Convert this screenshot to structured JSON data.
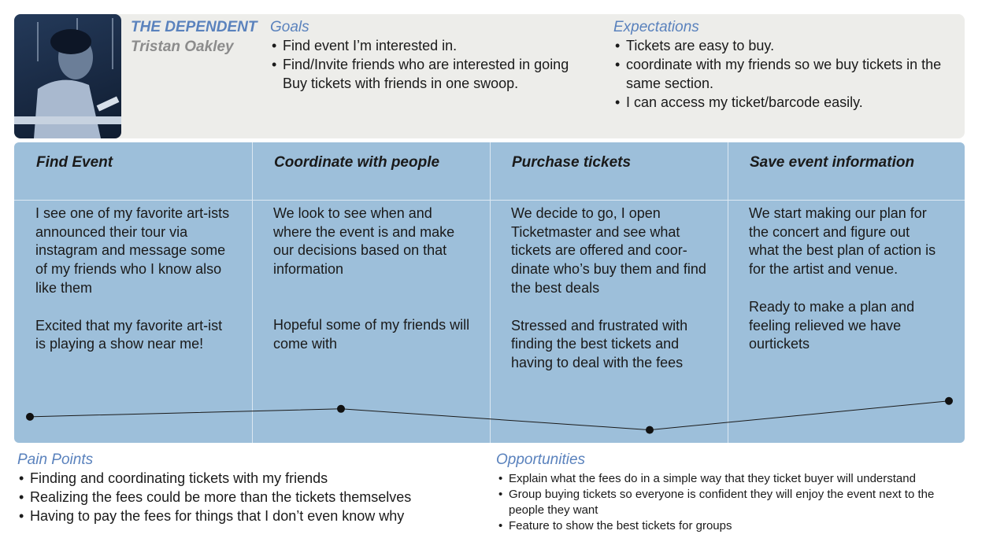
{
  "persona": {
    "role": "THE DEPENDENT",
    "name": "Tristan Oakley"
  },
  "goals": {
    "title": "Goals",
    "items": [
      {
        "text": "Find event I’m interested in.",
        "bullet": true
      },
      {
        "text": "Find/Invite friends who are interested in going",
        "bullet": true
      },
      {
        "text": "Buy tickets with friends in one swoop.",
        "bullet": false
      }
    ]
  },
  "expectations": {
    "title": "Expectations",
    "items": [
      {
        "text": "Tickets are easy to buy.",
        "bullet": true
      },
      {
        "text": "coordinate with my friends so we buy tickets in the same section.",
        "bullet": true
      },
      {
        "text": "I can access my ticket/barcode easily.",
        "bullet": true
      }
    ]
  },
  "stages": [
    {
      "title": "Find Event",
      "action": "I see one of my favorite art-ists announced their tour via instagram and message some of my friends who I know also like them",
      "feeling": "Excited that my favorite art-ist is playing a show near me!"
    },
    {
      "title": "Coordinate with people",
      "action": "We look to see when and where the event is and make our decisions based on that information",
      "feeling": "Hopeful some of my friends will come with"
    },
    {
      "title": "Purchase tickets",
      "action": "We decide to go, I open Ticketmaster and see what tickets are offered and coor-dinate who’s buy them and find the best deals",
      "feeling": "Stressed and frustrated with finding the  best tickets and having to deal with the fees"
    },
    {
      "title": "Save event information",
      "action": "We start making our plan for the concert and figure out what the best plan of action is for the artist and venue.",
      "feeling": "Ready to make a plan and feeling relieved we have ourtickets"
    }
  ],
  "emotion_curve": [
    0.45,
    0.6,
    0.2,
    0.75
  ],
  "pain_points": {
    "title": "Pain Points",
    "items": [
      "Finding and coordinating tickets with my friends",
      "Realizing the fees could be more than the tickets themselves",
      "Having to pay the fees for things that I don’t even know why"
    ]
  },
  "opportunities": {
    "title": "Opportunities",
    "items": [
      "Explain what the fees do in a simple way that they ticket buyer will understand",
      "Group buying tickets so everyone is confident they will enjoy the event next to the people they want",
      "Feature to show the best tickets for groups"
    ]
  },
  "colors": {
    "accent": "#5a82bd",
    "panel": "#9dbfda",
    "top": "#ededea"
  }
}
